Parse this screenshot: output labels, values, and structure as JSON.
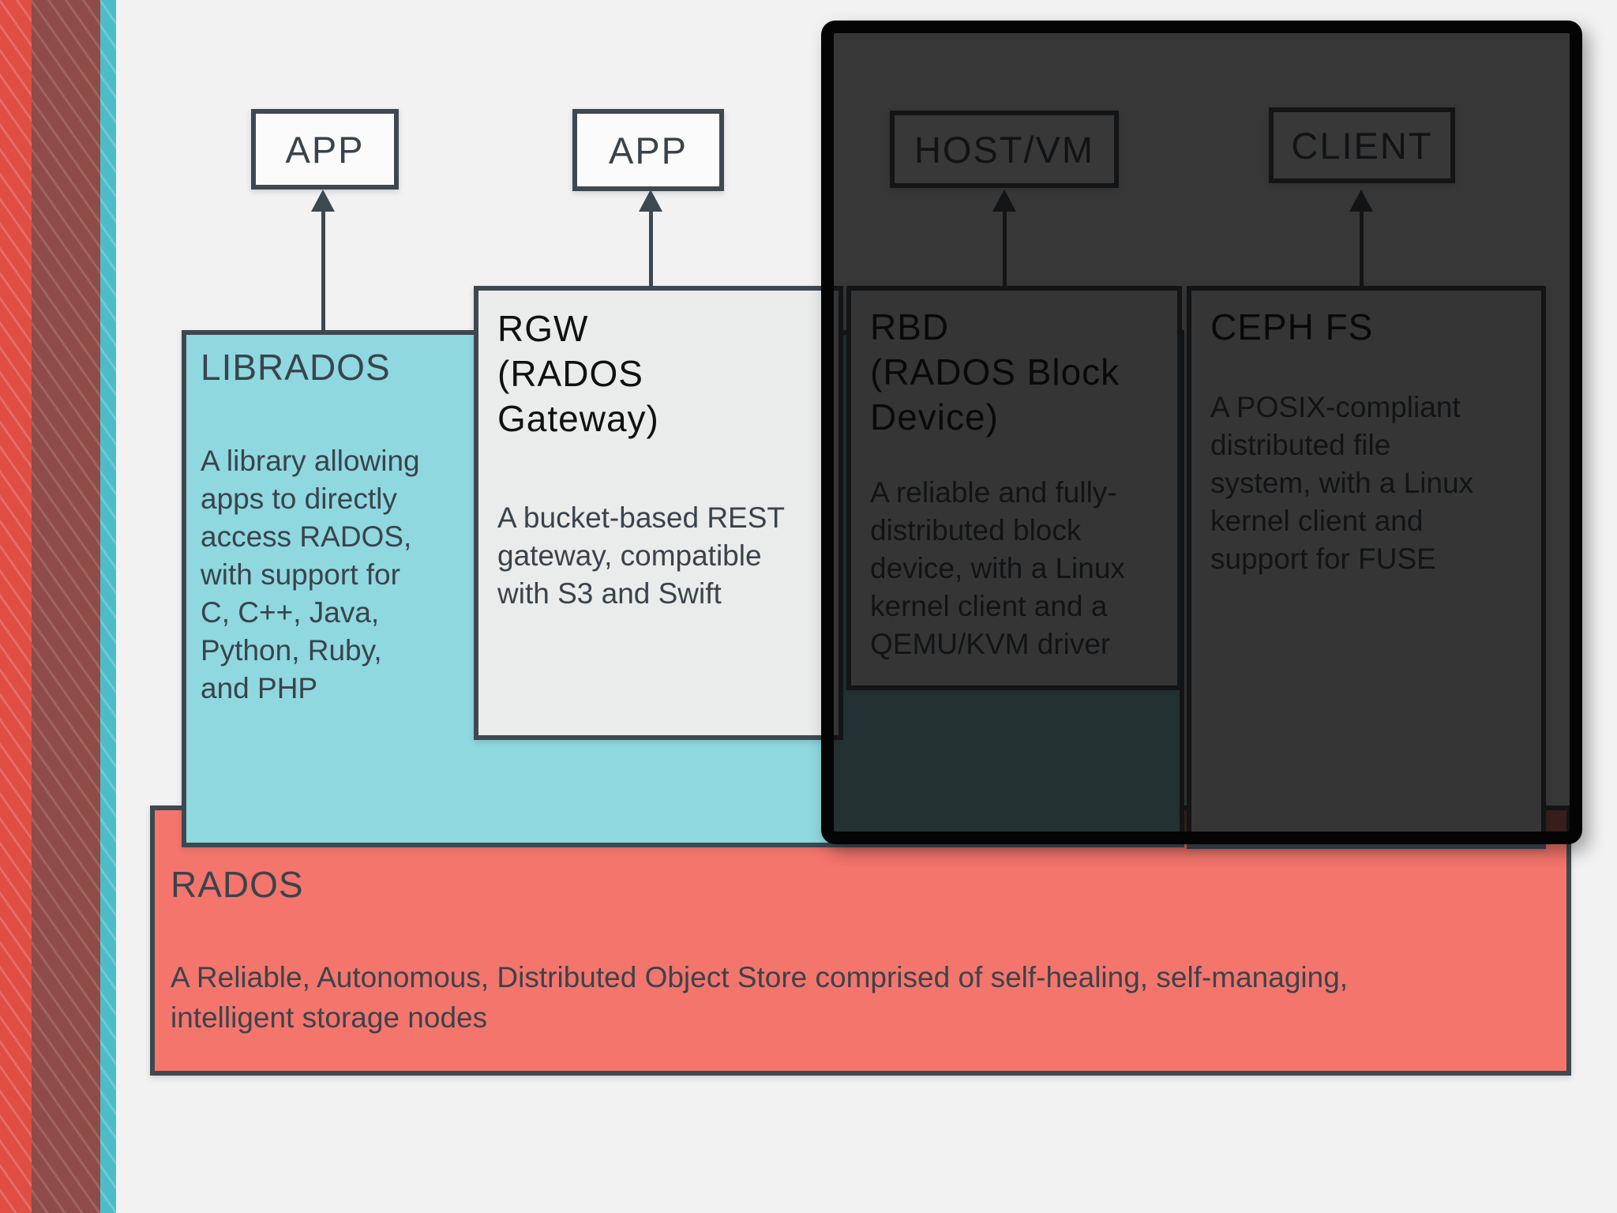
{
  "slide": {
    "kind": "architecture-diagram",
    "subject": "Ceph storage stack"
  },
  "top_row": {
    "app1": "APP",
    "app2": "APP",
    "host_vm": "HOST/VM",
    "client": "CLIENT"
  },
  "layers": {
    "librados": {
      "title": "LIBRADOS",
      "description": [
        "A library allowing",
        "apps to directly",
        "access RADOS,",
        "with support for",
        "C, C++, Java,",
        "Python, Ruby,",
        "and PHP"
      ]
    },
    "rgw": {
      "title": [
        "RGW",
        "(RADOS",
        "Gateway)"
      ],
      "description": [
        "A bucket-based REST",
        "gateway, compatible",
        "with S3 and Swift"
      ]
    },
    "rbd": {
      "title": [
        "RBD",
        "(RADOS Block",
        "Device)"
      ],
      "description": [
        "A reliable and fully-",
        "distributed block",
        "device, with a Linux",
        "kernel client and a",
        "QEMU/KVM driver"
      ]
    },
    "cephfs": {
      "title": "CEPH FS",
      "description": [
        "A POSIX-compliant",
        "distributed file",
        "system, with a Linux",
        "kernel client and",
        "support for FUSE"
      ]
    },
    "rados": {
      "title": "RADOS",
      "description": [
        "A Reliable, Autonomous, Distributed Object Store comprised of self-healing, self-managing,",
        "intelligent storage nodes"
      ]
    }
  },
  "colors": {
    "background": "#F2F2F3",
    "border_slate": "#3E4851",
    "text_slate": "#3A434C",
    "text_black": "#101010",
    "librados_fill": "#8FD8DF",
    "gateway_fill": "#EAECEB",
    "rados_fill": "#F4756C",
    "top_box_fill": "#FBFBFB",
    "stripe_red": "#DF4D43",
    "stripe_maroon": "#8F4B48",
    "stripe_teal": "#4CBCC8",
    "overlay_fill": "rgba(8,8,8,0.8)"
  }
}
